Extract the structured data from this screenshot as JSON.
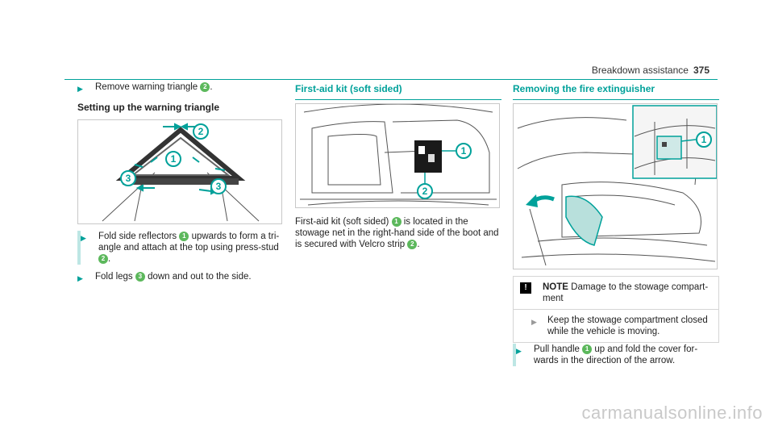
{
  "header": {
    "section": "Breakdown assistance",
    "page": "375"
  },
  "col1": {
    "step1": {
      "text": "Remove warning triangle",
      "num": "2",
      "end": "."
    },
    "subheading": "Setting up the warning triangle",
    "figure": {
      "callouts": [
        "1",
        "2",
        "3",
        "3"
      ]
    },
    "step2": {
      "a": "Fold side reflectors",
      "n1": "1",
      "b": "upwards to form a tri-angle and attach at the top using press-stud",
      "n2": "2",
      "end": "."
    },
    "step3": {
      "a": "Fold legs",
      "n1": "3",
      "b": "down and out to the side."
    }
  },
  "col2": {
    "title": "First-aid kit (soft sided)",
    "figure": {
      "callouts": [
        "1",
        "2"
      ]
    },
    "para": {
      "a": "First-aid kit (soft sided)",
      "n1": "1",
      "b": "is located in the stowage net in the right-hand side of the boot and is secured with Velcro strip",
      "n2": "2",
      "end": "."
    }
  },
  "col3": {
    "title": "Removing the fire extinguisher",
    "figure": {
      "callouts": [
        "1"
      ]
    },
    "note": {
      "icon": "!",
      "label": "NOTE",
      "text": "Damage to the stowage compart-ment",
      "action": "Keep the stowage compartment closed while the vehicle is moving."
    },
    "step": {
      "a": "Pull handle",
      "n1": "1",
      "b": "up and fold the cover for-wards in the direction of the arrow."
    }
  },
  "watermark": "carmanualsonline.info",
  "colors": {
    "accent": "#00a19a",
    "callout_fill": "#5cb85c"
  }
}
